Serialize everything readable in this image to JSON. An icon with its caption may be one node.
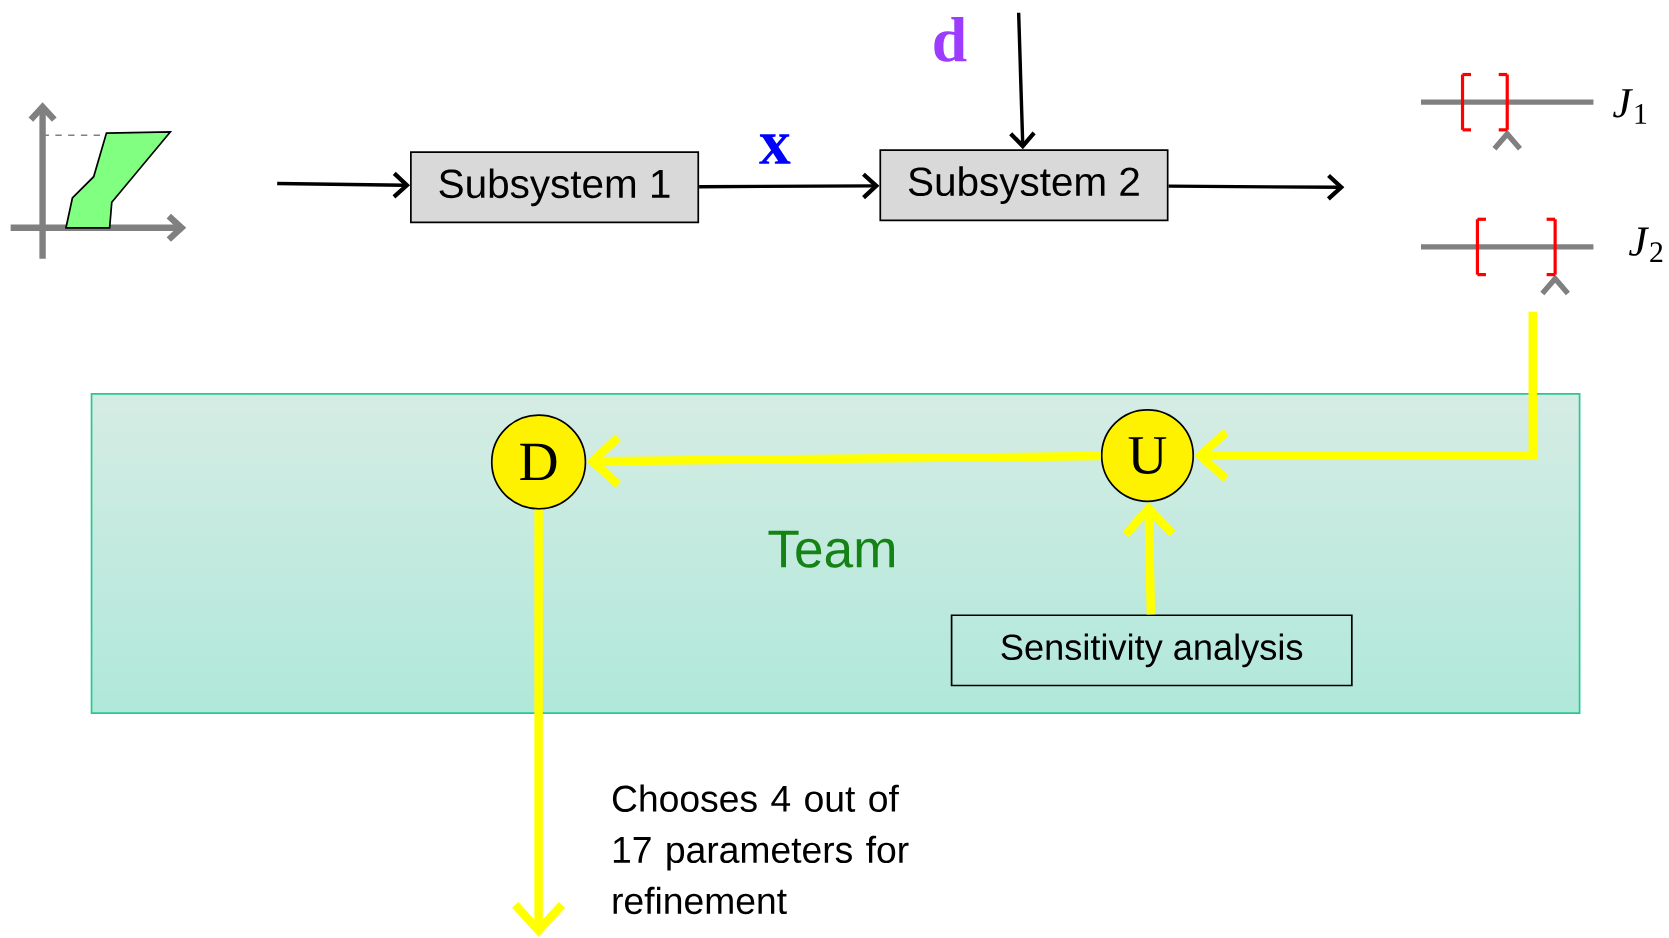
{
  "diagram": {
    "nodes": [
      {
        "text": [],
        "shape": "picture"
      },
      {
        "text": [
          "Subsystem 1"
        ]
      },
      {
        "text": [
          "Subsystem 2"
        ]
      },
      {
        "text": [
          "Team"
        ]
      },
      {
        "text": [
          "D"
        ],
        "in": 3
      },
      {
        "text": [
          "U"
        ],
        "in": 3
      },
      {
        "text": [
          "Sensitivity analysis"
        ],
        "in": 3
      }
    ],
    "edges": [
      {
        "from": 0,
        "to": 1,
        "arrow": "to"
      },
      {
        "from": 1,
        "to": 2,
        "arrow": "to",
        "label": "x"
      },
      {
        "from": null,
        "to": 2,
        "arrow": "to",
        "label": "d"
      },
      {
        "from": 2,
        "to": null,
        "arrow": "to"
      },
      {
        "from": null,
        "to": 5,
        "arrow": "to",
        "style": "thick",
        "color": "#ffff00"
      },
      {
        "from": 5,
        "to": 4,
        "arrow": "to",
        "style": "thick",
        "color": "#ffff00"
      },
      {
        "from": 6,
        "to": 5,
        "arrow": "to",
        "style": "thick",
        "color": "#ffff00"
      },
      {
        "from": 4,
        "to": null,
        "arrow": "to",
        "style": "thick",
        "color": "#ffff00",
        "label": "Chooses 4 out of 17 parameters for refinement"
      }
    ],
    "labels": [
      "*J*$_{1}$",
      "*J*$_{2}$"
    ]
  }
}
